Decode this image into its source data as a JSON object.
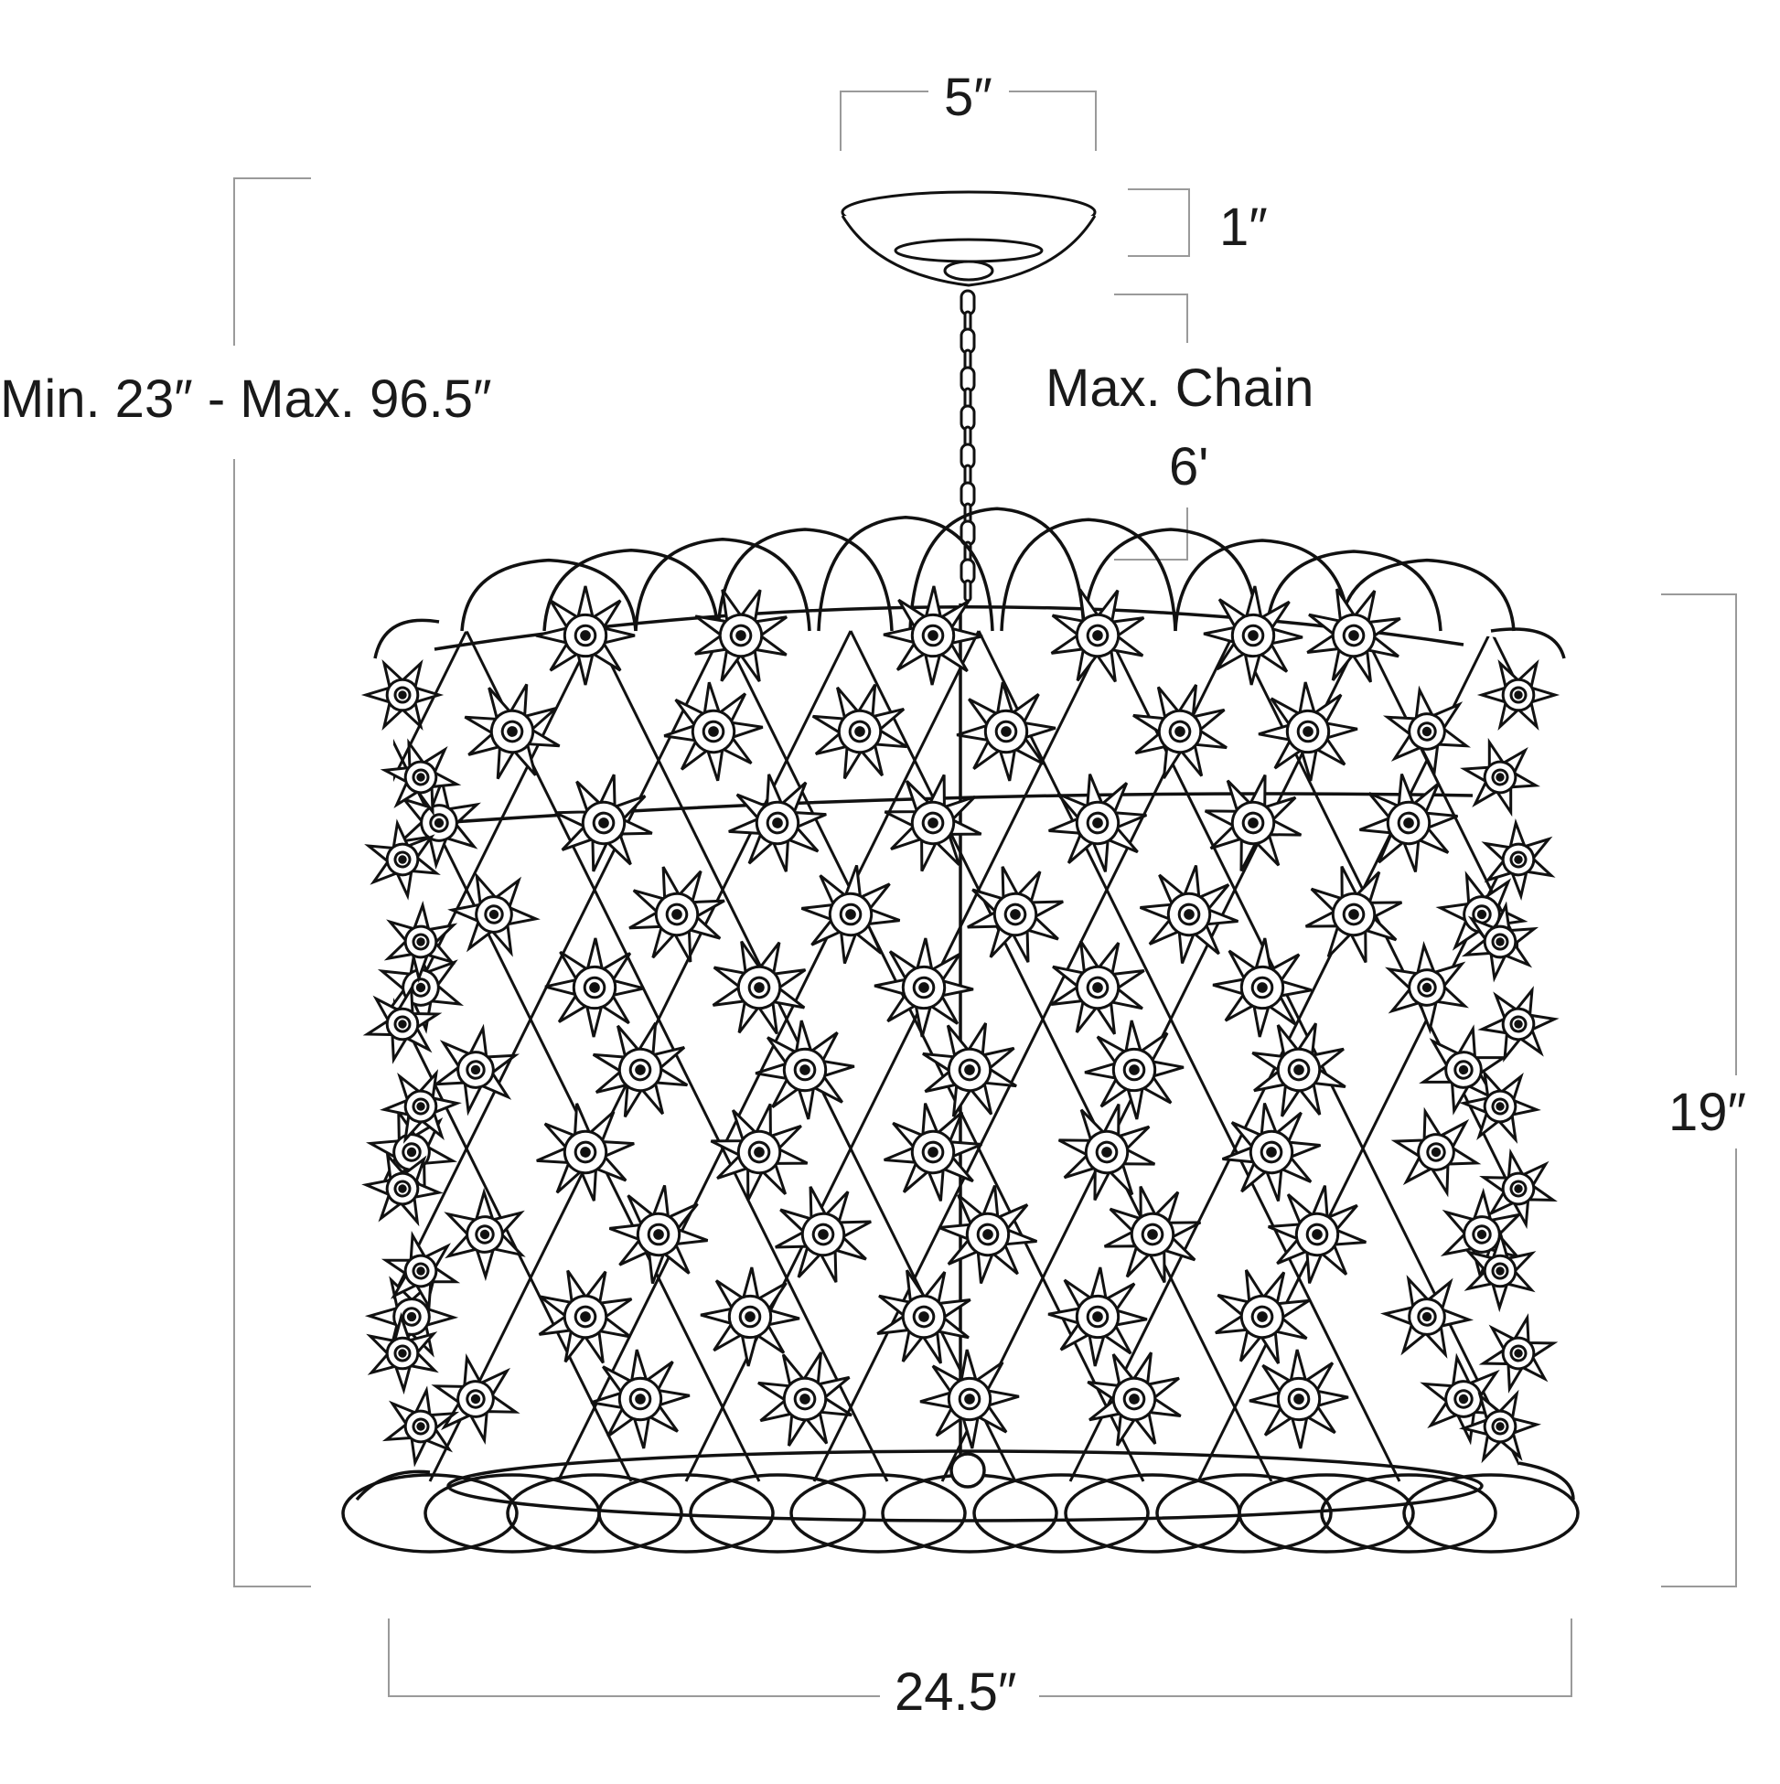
{
  "diagram": {
    "subject": "flower-lattice-drum-pendant-chandelier",
    "line_color": "#111111",
    "dimension_line_color": "#9a9a9a",
    "background": "#ffffff"
  },
  "dimensions": {
    "canopy_width": "5″",
    "canopy_height": "1″",
    "overall_height_range": "Min. 23″ - Max. 96.5″",
    "chain_label": "Max. Chain",
    "chain_length": "6'",
    "shade_height": "19″",
    "shade_width": "24.5″"
  }
}
